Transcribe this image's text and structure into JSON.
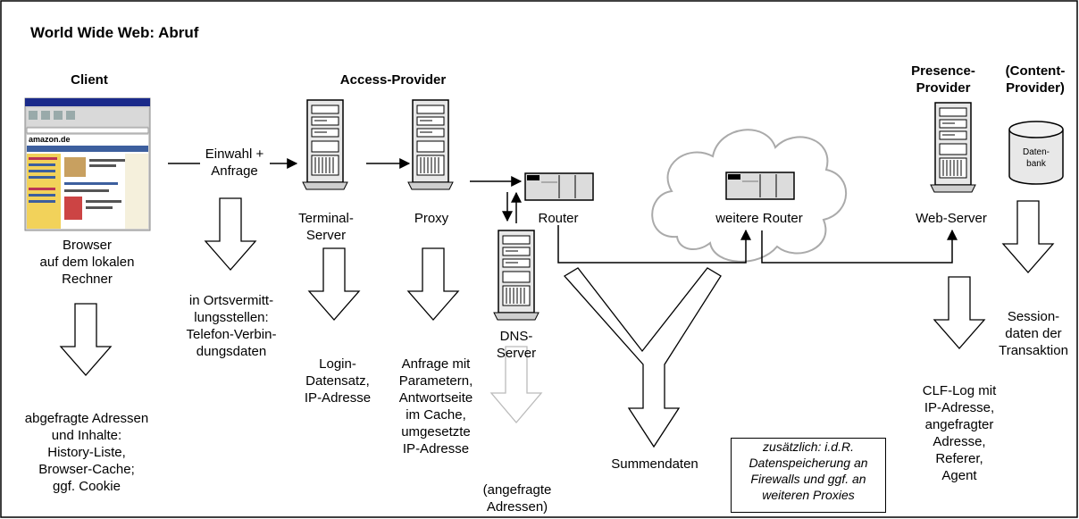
{
  "title": "World Wide Web: Abruf",
  "headings": {
    "client": "Client",
    "access_provider": "Access-Provider",
    "presence_provider": "Presence-\nProvider",
    "content_provider": "(Content-\nProvider)"
  },
  "nodes": {
    "browser": "Browser\nauf dem lokalen\nRechner",
    "einwahl": "Einwahl +\nAnfrage",
    "terminal_server": "Terminal-\nServer",
    "proxy": "Proxy",
    "router": "Router",
    "dns_server": "DNS-\nServer",
    "weitere_router": "weitere Router",
    "web_server": "Web-Server",
    "datenbank": "Daten-\nbank"
  },
  "data_notes": {
    "client": "abgefragte Adressen\nund Inhalte:\nHistory-Liste,\nBrowser-Cache;\nggf. Cookie",
    "ortsvermittlung": "in Ortsvermitt-\nlungsstellen:\nTelefon-Verbin-\ndungsdaten",
    "login": "Login-\nDatensatz,\nIP-Adresse",
    "anfrage": "Anfrage mit\nParametern,\nAntwortseite\nim Cache,\numgesetzte\nIP-Adresse",
    "dns": "(angefragte\nAdressen)",
    "summe": "Summendaten",
    "clf": "CLF-Log mit\nIP-Adresse,\nangefragter\nAdresse,\nReferer,\nAgent",
    "session": "Session-\ndaten der\nTransaktion"
  },
  "footnote": "zusätzlich: i.d.R.\nDatenspeicherung an\nFirewalls und ggf. an\nweiteren Proxies",
  "colors": {
    "line": "#000000",
    "server_body": "#e8e8e8",
    "faded_arrow": "#bbbbbb",
    "cloud": "#aaaaaa",
    "browser_yellow": "#f2d25a",
    "browser_blue": "#3d5f9e"
  }
}
